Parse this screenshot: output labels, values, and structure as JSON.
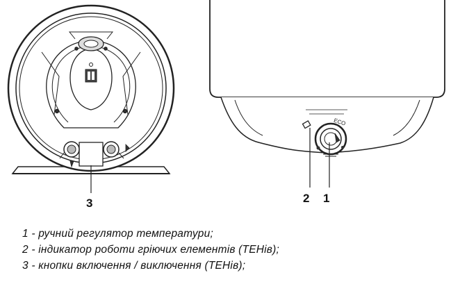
{
  "callouts": {
    "one": "1",
    "two": "2",
    "three": "3"
  },
  "dial": {
    "eco_label": "ECO"
  },
  "legend": [
    "1 - ручний регулятор температури;",
    "2 - індикатор роботи гріючих елементів (ТЕНів);",
    "3 - кнопки включення / виключення (ТЕНів);"
  ]
}
